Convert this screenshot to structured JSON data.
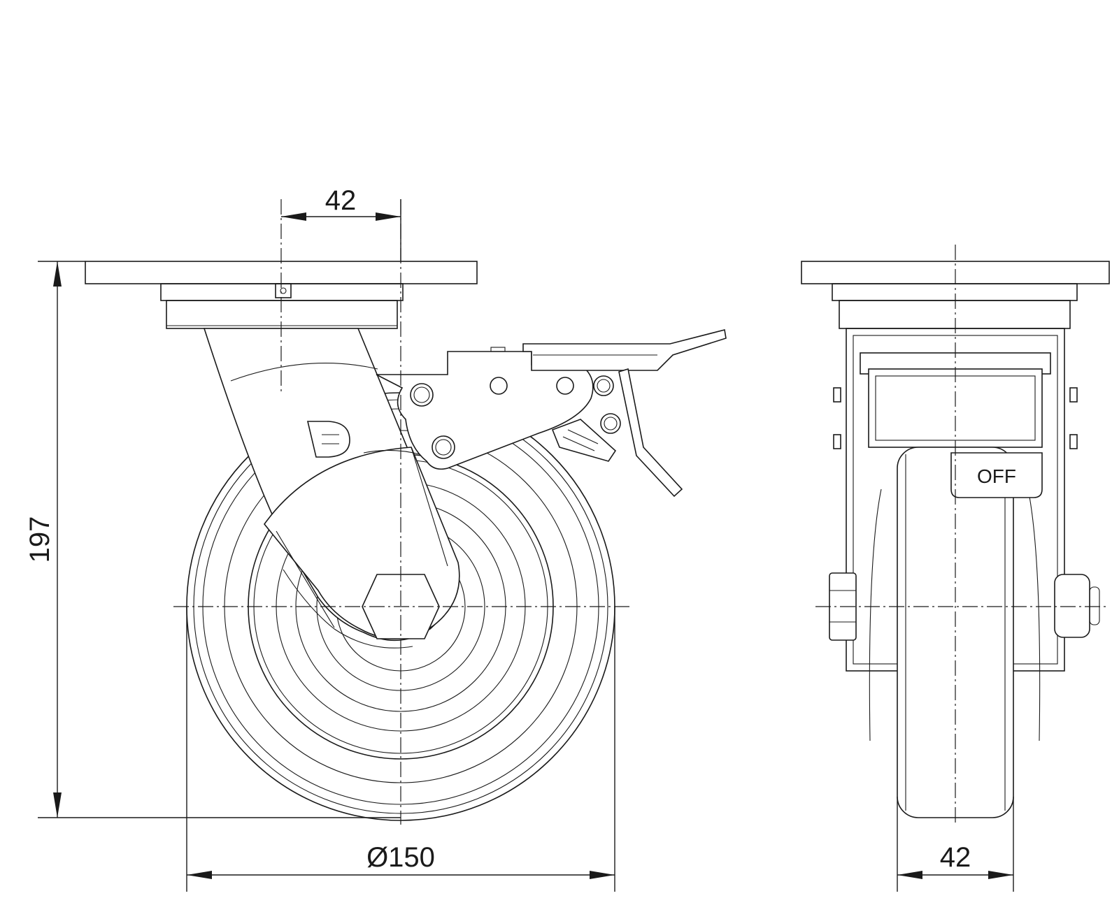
{
  "drawing": {
    "dimensions": {
      "offset_top": "42",
      "height": "197",
      "wheel_diameter": "Ø150",
      "wheel_width": "42"
    },
    "brake_label": "OFF",
    "logo_letter": "D",
    "line_color": "#1a1a1a",
    "background_color": "#ffffff"
  }
}
